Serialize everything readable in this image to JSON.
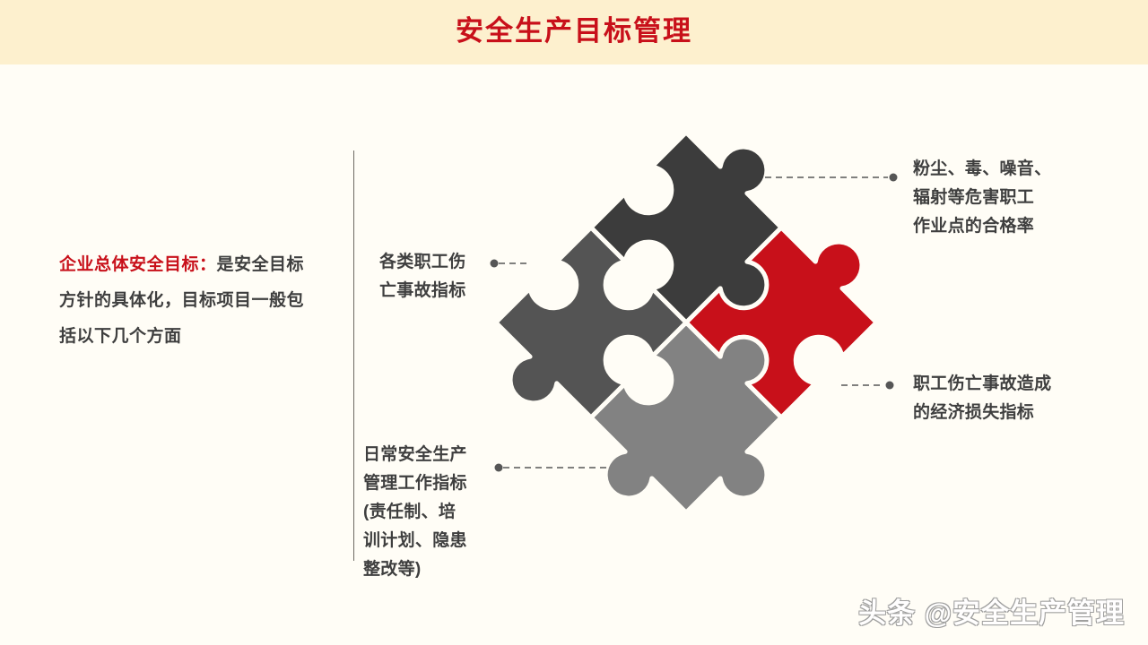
{
  "header": {
    "title": "安全生产目标管理",
    "band_color": "#FDF0CE",
    "title_color": "#C8101A"
  },
  "page": {
    "background_color": "#FFFDF6",
    "body_text_color": "#3F3F3F"
  },
  "intro": {
    "key_label": "企业总体安全目标：",
    "body_text": "是安全目标方针的具体化，目标项目一般包括以下几个方面",
    "key_color": "#C8101A"
  },
  "diagram": {
    "type": "jigsaw-2x2-rotated",
    "pieces": [
      {
        "id": "piece-red",
        "position": "top",
        "color": "#C8101A",
        "knob": "top-right"
      },
      {
        "id": "piece-dark-gray",
        "position": "left",
        "color": "#3C3C3C",
        "knob": "left"
      },
      {
        "id": "piece-mid-gray",
        "position": "right",
        "color": "#828282",
        "knob": "right"
      },
      {
        "id": "piece-gray",
        "position": "bottom",
        "color": "#545454",
        "knob": "bottom"
      }
    ],
    "outline_color": "#FFFDF6",
    "connector_color": "#565656"
  },
  "callouts": [
    {
      "id": "callout-casualty",
      "side": "left",
      "target_piece": "piece-dark-gray",
      "lines": [
        "各类职工伤",
        "亡事故指标"
      ]
    },
    {
      "id": "callout-dust",
      "side": "right",
      "target_piece": "piece-red",
      "lines": [
        "粉尘、毒、噪音、",
        "辐射等危害职工",
        "作业点的合格率"
      ]
    },
    {
      "id": "callout-economic",
      "side": "right",
      "target_piece": "piece-mid-gray",
      "lines": [
        "职工伤亡事故造成",
        "的经济损失指标"
      ]
    },
    {
      "id": "callout-daily",
      "side": "left",
      "target_piece": "piece-gray",
      "lines": [
        "日常安全生产",
        "管理工作指标",
        "(责任制、培",
        "训计划、隐患",
        "整改等)"
      ]
    }
  ],
  "watermark": {
    "text": "头条 @安全生产管理"
  }
}
